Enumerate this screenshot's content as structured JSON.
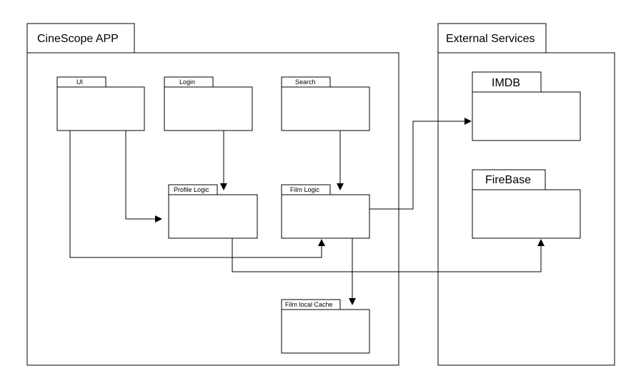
{
  "packages": {
    "app": {
      "label": "CineScope APP"
    },
    "external": {
      "label": "External Services"
    }
  },
  "components": {
    "ui": {
      "label": "UI"
    },
    "login": {
      "label": "Login"
    },
    "search": {
      "label": "Search"
    },
    "profile_logic": {
      "label": "Profile Logic"
    },
    "film_logic": {
      "label": "Film Logic"
    },
    "film_cache": {
      "label": "Film local Cache"
    },
    "imdb": {
      "label": "IMDB"
    },
    "firebase": {
      "label": "FireBase"
    }
  },
  "connections": [
    {
      "from": "ui",
      "to": "profile_logic"
    },
    {
      "from": "ui",
      "to": "film_logic"
    },
    {
      "from": "login",
      "to": "profile_logic"
    },
    {
      "from": "search",
      "to": "film_logic"
    },
    {
      "from": "film_logic",
      "to": "imdb"
    },
    {
      "from": "profile_logic",
      "to": "firebase"
    },
    {
      "from": "film_logic",
      "to": "film_cache"
    }
  ]
}
